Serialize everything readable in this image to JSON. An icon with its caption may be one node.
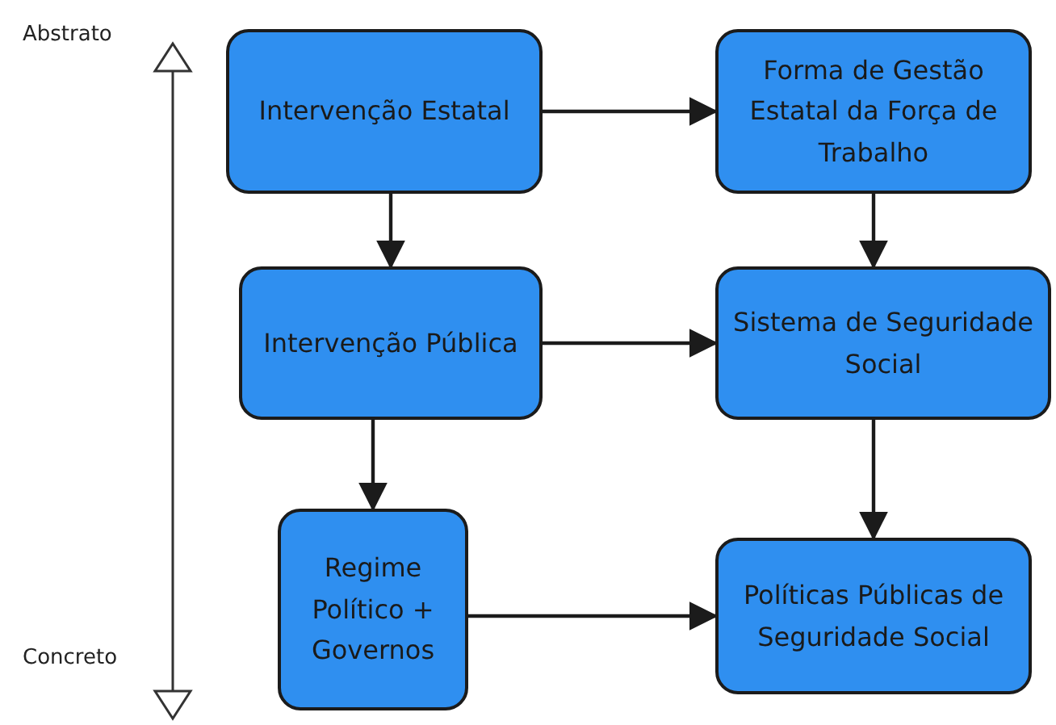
{
  "diagram": {
    "nodes": [
      {
        "text": [
          "Intervenção Estatal"
        ]
      },
      {
        "text": [
          "Forma de Gestão Estatal da Força de Trabalho"
        ]
      },
      {
        "text": [
          "Intervenção Pública"
        ]
      },
      {
        "text": [
          "Sistema de Seguridade Social"
        ]
      },
      {
        "text": [
          "Regime Político + Governos"
        ]
      },
      {
        "text": [
          "Políticas Públicas de Seguridade Social"
        ]
      }
    ],
    "edges": [
      {
        "from": 0,
        "to": 1,
        "arrow": "to"
      },
      {
        "from": 0,
        "to": 2,
        "arrow": "to"
      },
      {
        "from": 1,
        "to": 3,
        "arrow": "to"
      },
      {
        "from": 2,
        "to": 3,
        "arrow": "to"
      },
      {
        "from": 2,
        "to": 4,
        "arrow": "to"
      },
      {
        "from": 3,
        "to": 5,
        "arrow": "to"
      },
      {
        "from": 4,
        "to": 5,
        "arrow": "to"
      }
    ],
    "labels": [
      "Abstrato",
      "Concreto"
    ]
  }
}
